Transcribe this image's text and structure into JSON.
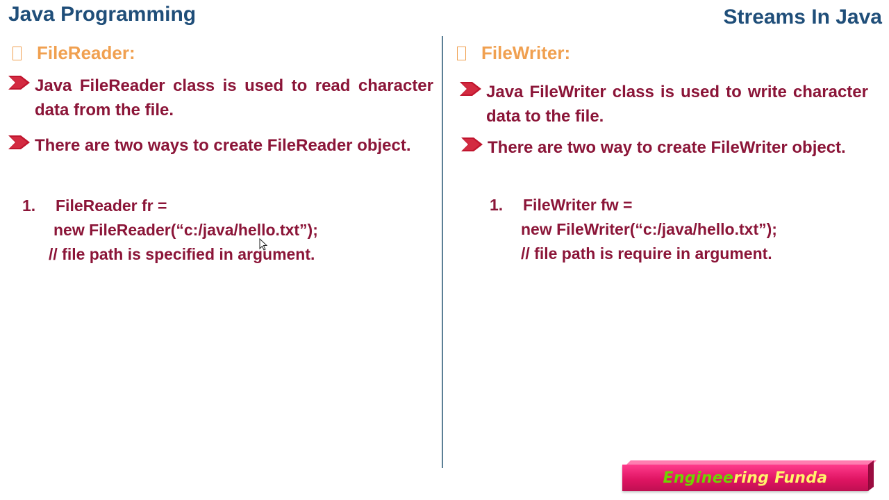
{
  "header": {
    "left_title": "Java Programming",
    "right_title": "Streams In Java"
  },
  "left": {
    "heading": "FileReader:",
    "bullets": [
      "Java FileReader class is used to read character data from the file.",
      "There are two ways to create FileReader object."
    ],
    "code": {
      "number": "1.",
      "line1": "FileReader  fr =",
      "line2": "new FileReader(“c:/java/hello.txt”);",
      "line3": "// file path is specified in argument."
    }
  },
  "right": {
    "heading": "FileWriter:",
    "bullets": [
      "Java FileWriter class is used to write character data to the file.",
      "There are two way to create FileWriter object."
    ],
    "code": {
      "number": "1.",
      "line1": "FileWriter fw =",
      "line2": "new FileWriter(“c:/java/hello.txt”);",
      "line3": "// file path is require in argument."
    }
  },
  "logo": {
    "part_green": "Enginee",
    "part_yellow": "ring Funda"
  },
  "colors": {
    "title_blue": "#1f4e79",
    "heading_orange": "#f0a050",
    "body_maroon": "#8b1538",
    "arrow_red": "#c0152e",
    "logo_pink": "#e01563"
  },
  "icons": {
    "heading_marker": "box-icon",
    "bullet_marker": "arrow-bullet-icon",
    "pointer": "mouse-cursor-icon"
  }
}
